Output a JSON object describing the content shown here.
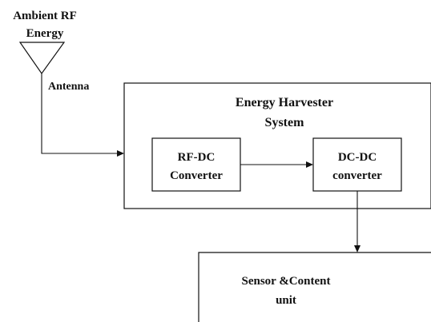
{
  "diagram": {
    "source_label_line1": "Ambient RF",
    "source_label_line2": "Energy",
    "antenna_label": "Antenna",
    "harvester_title_line1": "Energy Harvester",
    "harvester_title_line2": "System",
    "rfdc_line1": "RF-DC",
    "rfdc_line2": "Converter",
    "dcdc_line1": "DC-DC",
    "dcdc_line2": "converter",
    "sensor_line1": "Sensor &Content",
    "sensor_line2": "unit"
  }
}
